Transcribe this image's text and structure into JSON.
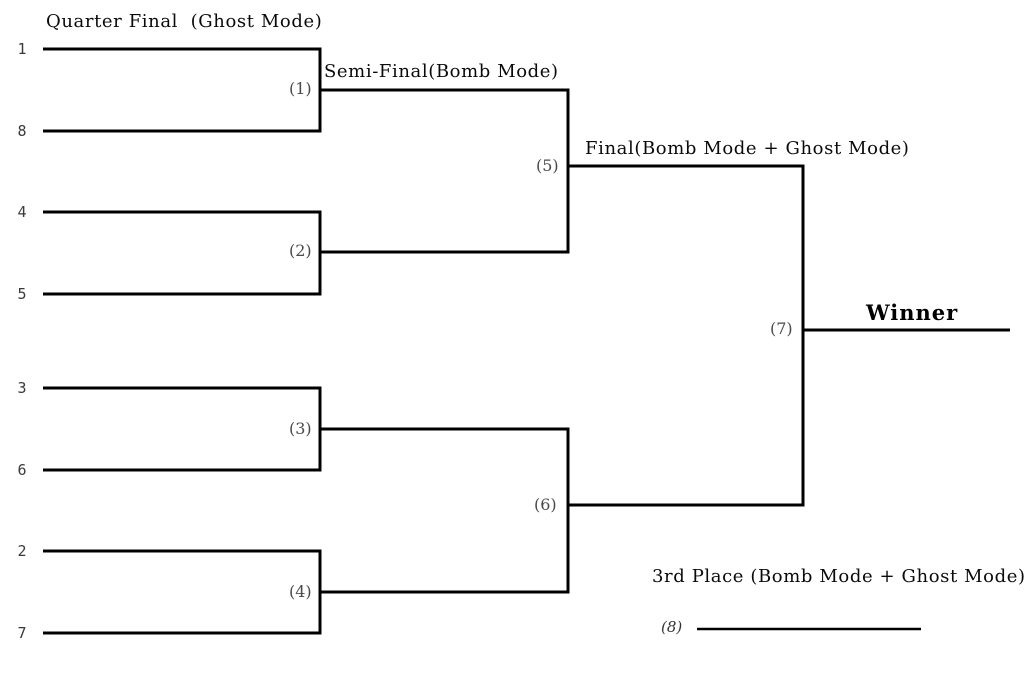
{
  "diagram": {
    "type": "tournament-bracket",
    "rounds": {
      "quarter_final_label": "Quarter Final  (Ghost Mode)",
      "semi_final_label": "Semi-Final(Bomb Mode)",
      "final_label": "Final(Bomb Mode + Ghost Mode)",
      "third_place_label": "3rd Place (Bomb Mode + Ghost Mode)",
      "winner_label": "Winner"
    },
    "seeds": [
      "1",
      "8",
      "4",
      "5",
      "3",
      "6",
      "2",
      "7"
    ],
    "match_numbers": [
      "(1)",
      "(2)",
      "(3)",
      "(4)",
      "(5)",
      "(6)",
      "(7)",
      "(8)"
    ],
    "pairings": [
      {
        "match": "(1)",
        "top_seed": "1",
        "bottom_seed": "8"
      },
      {
        "match": "(2)",
        "top_seed": "4",
        "bottom_seed": "5"
      },
      {
        "match": "(3)",
        "top_seed": "3",
        "bottom_seed": "6"
      },
      {
        "match": "(4)",
        "top_seed": "2",
        "bottom_seed": "7"
      },
      {
        "match": "(5)",
        "feeds_from": [
          "(1)",
          "(2)"
        ]
      },
      {
        "match": "(6)",
        "feeds_from": [
          "(3)",
          "(4)"
        ]
      },
      {
        "match": "(7)",
        "feeds_from": [
          "(5)",
          "(6)"
        ],
        "result": "Winner"
      },
      {
        "match": "(8)",
        "name": "3rd Place"
      }
    ],
    "colors": {
      "line": "#000000",
      "label_text": "#0a0a0a",
      "seed_text": "#3a3a3a",
      "match_text": "#4a4a4a",
      "background": "#ffffff"
    }
  }
}
